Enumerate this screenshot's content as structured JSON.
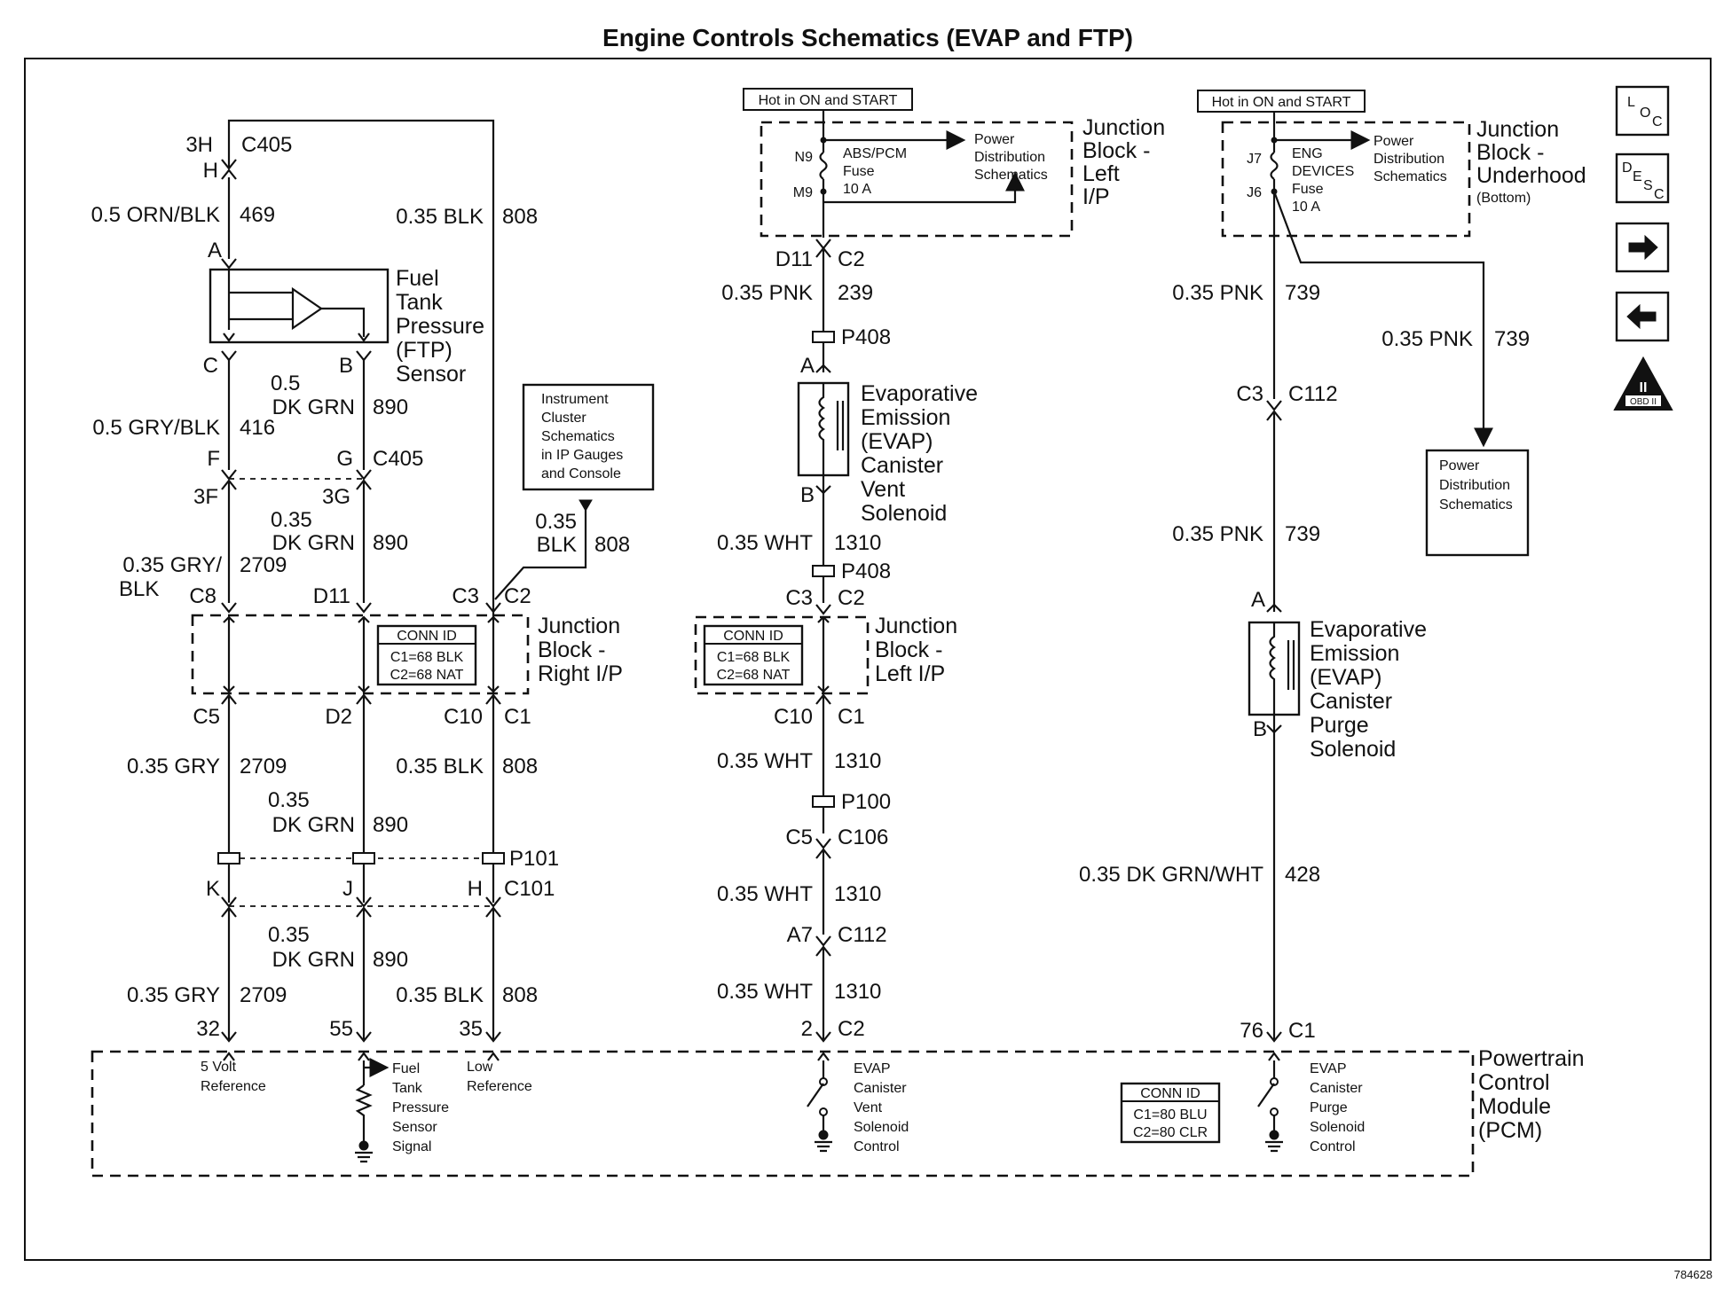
{
  "title": "Engine Controls Schematics (EVAP and FTP)",
  "figure_id": "784628",
  "side_icons": [
    {
      "name": "loc-icon",
      "label": "LOC"
    },
    {
      "name": "desc-icon",
      "label": "DESC"
    },
    {
      "name": "next-page-arrow-icon",
      "label": ""
    },
    {
      "name": "previous-page-arrow-icon",
      "label": ""
    },
    {
      "name": "obd-ii-icon",
      "label": "OBD II"
    }
  ],
  "hot_label": "Hot in ON and START",
  "ftp": {
    "conn_top_left": "3H",
    "conn_top_right": "C405",
    "pin_h": "H",
    "wire1": "0.5 ORN/BLK",
    "circ1": "469",
    "wire_blk": "0.35 BLK",
    "circ_blk": "808",
    "pin_a": "A",
    "pin_c": "C",
    "pin_b": "B",
    "sensor_name": [
      "Fuel",
      "Tank",
      "Pressure",
      "(FTP)",
      "Sensor"
    ],
    "wire_c": "0.5 GRY/BLK",
    "circ_c": "416",
    "wire_b1": "0.5",
    "wire_b2": "DK GRN",
    "circ_b": "890",
    "pin_f": "F",
    "pin_g": "G",
    "conn_c405": "C405",
    "pin_3f": "3F",
    "pin_3g": "3G",
    "wire_b3": "0.35",
    "wire_b4": "DK GRN",
    "circ_b2": "890",
    "wire_gry1": "0.35 GRY/",
    "wire_gry2": "BLK",
    "circ_gry": "2709",
    "conn_c8": "C8",
    "conn_d11": "D11",
    "conn_c3": "C3",
    "conn_c2": "C2",
    "ic_note": [
      "Instrument",
      "Cluster",
      "Schematics",
      "in IP Gauges",
      "and Console"
    ],
    "wire_ic1": "0.35",
    "wire_ic2": "BLK",
    "circ_ic": "808",
    "jb_name": [
      "Junction",
      "Block -",
      "Right I/P"
    ],
    "conn_id_title": "CONN ID",
    "conn_id_1": "C1=68 BLK",
    "conn_id_2": "C2=68 NAT",
    "conn_c5": "C5",
    "conn_d2": "D2",
    "conn_c10": "C10",
    "conn_c1": "C1",
    "wire_l1": "0.35 GRY",
    "circ_l1": "2709",
    "wire_l2": "0.35 BLK",
    "circ_l2": "808",
    "wire_m1": "0.35",
    "wire_m2": "DK GRN",
    "circ_m": "890",
    "splice": "P101",
    "pin_k": "K",
    "pin_j": "J",
    "pin_hh": "H",
    "conn_c101": "C101",
    "wire_n1": "0.35",
    "wire_n2": "DK GRN",
    "circ_n": "890",
    "wire_o1": "0.35 GRY",
    "circ_o1": "2709",
    "wire_o2": "0.35 BLK",
    "circ_o2": "808",
    "pin_32": "32",
    "pin_55": "55",
    "pin_35": "35"
  },
  "vent": {
    "pin_n9": "N9",
    "pin_m9": "M9",
    "fuse": [
      "ABS/PCM",
      "Fuse",
      "10 A"
    ],
    "pds": [
      "Power",
      "Distribution",
      "Schematics"
    ],
    "jb": [
      "Junction",
      "Block -",
      "Left",
      "I/P"
    ],
    "conn_d11": "D11",
    "conn_c2": "C2",
    "wire1": "0.35 PNK",
    "circ1": "239",
    "splice1": "P408",
    "pin_a": "A",
    "sol": [
      "Evaporative",
      "Emission",
      "(EVAP)",
      "Canister",
      "Vent",
      "Solenoid"
    ],
    "pin_b": "B",
    "wire2": "0.35 WHT",
    "circ2": "1310",
    "splice2": "P408",
    "conn_c3": "C3",
    "conn_c2b": "C2",
    "jb2": [
      "Junction",
      "Block -",
      "Left I/P"
    ],
    "conn_id_title": "CONN ID",
    "conn_id_1": "C1=68 BLK",
    "conn_id_2": "C2=68 NAT",
    "conn_c10": "C10",
    "conn_c1": "C1",
    "wire3": "0.35 WHT",
    "circ3": "1310",
    "splice3": "P100",
    "conn_c5": "C5",
    "conn_c106": "C106",
    "wire4": "0.35 WHT",
    "circ4": "1310",
    "conn_a7": "A7",
    "conn_c112": "C112",
    "wire5": "0.35 WHT",
    "circ5": "1310",
    "pin_2": "2",
    "conn_c2c": "C2"
  },
  "purge": {
    "pin_j7": "J7",
    "pin_j6": "J6",
    "fuse": [
      "ENG",
      "DEVICES",
      "Fuse",
      "10 A"
    ],
    "pds": [
      "Power",
      "Distribution",
      "Schematics"
    ],
    "jb": [
      "Junction",
      "Block -",
      "Underhood"
    ],
    "jb_sub": "(Bottom)",
    "wire1": "0.35 PNK",
    "circ1": "739",
    "wire_side": "0.35 PNK",
    "circ_side": "739",
    "conn_c3": "C3",
    "conn_c112": "C112",
    "pds_box": [
      "Power",
      "Distribution",
      "Schematics"
    ],
    "wire2": "0.35 PNK",
    "circ2": "739",
    "pin_a": "A",
    "sol": [
      "Evaporative",
      "Emission",
      "(EVAP)",
      "Canister",
      "Purge",
      "Solenoid"
    ],
    "pin_b": "B",
    "wire3": "0.35 DK GRN/WHT",
    "circ3": "428",
    "pin_76": "76",
    "conn_c1": "C1"
  },
  "pcm": {
    "name": [
      "Powertrain",
      "Control",
      "Module",
      "(PCM)"
    ],
    "five_volt": [
      "5 Volt",
      "Reference"
    ],
    "ftp_signal": [
      "Fuel",
      "Tank",
      "Pressure",
      "Sensor",
      "Signal"
    ],
    "low_ref": [
      "Low",
      "Reference"
    ],
    "vent_ctrl": [
      "EVAP",
      "Canister",
      "Vent",
      "Solenoid",
      "Control"
    ],
    "purge_ctrl": [
      "EVAP",
      "Canister",
      "Purge",
      "Solenoid",
      "Control"
    ],
    "conn_id_title": "CONN ID",
    "conn_id_1": "C1=80 BLU",
    "conn_id_2": "C2=80 CLR"
  }
}
